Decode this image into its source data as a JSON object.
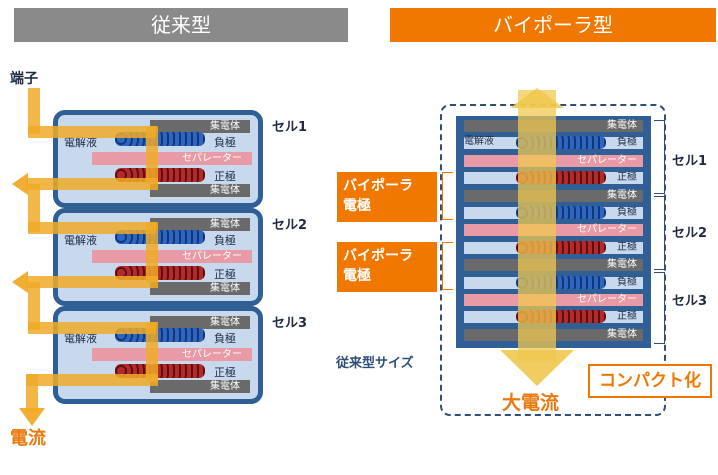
{
  "headers": {
    "conventional": "従来型",
    "bipolar": "バイポーラ型"
  },
  "left": {
    "terminal_label": "端子",
    "current_label": "電流",
    "cells": [
      {
        "name": "セル1",
        "current_collector": "集電体",
        "electrolyte": "電解液",
        "negative": "負極",
        "separator": "セパレーター",
        "positive": "正極",
        "collector_bottom": "集電体"
      },
      {
        "name": "セル2",
        "current_collector": "集電体",
        "electrolyte": "電解液",
        "negative": "負極",
        "separator": "セパレーター",
        "positive": "正極",
        "collector_bottom": "集電体"
      },
      {
        "name": "セル3",
        "current_collector": "集電体",
        "electrolyte": "電解液",
        "negative": "負極",
        "separator": "セパレーター",
        "positive": "正極",
        "collector_bottom": "集電体"
      }
    ]
  },
  "right": {
    "electrolyte": "電解液",
    "layers": [
      {
        "type": "gray",
        "text": "集電体"
      },
      {
        "type": "light",
        "text": "負極"
      },
      {
        "type": "pink",
        "text": "セパレーター"
      },
      {
        "type": "light",
        "text": "正極"
      },
      {
        "type": "gray",
        "text": "集電体"
      },
      {
        "type": "light",
        "text": "負極"
      },
      {
        "type": "pink",
        "text": "セパレーター"
      },
      {
        "type": "light",
        "text": "正極"
      },
      {
        "type": "gray",
        "text": "集電体"
      },
      {
        "type": "light",
        "text": "負極"
      },
      {
        "type": "pink",
        "text": "セパレーター"
      },
      {
        "type": "light",
        "text": "正極"
      },
      {
        "type": "gray",
        "text": "集電体"
      }
    ],
    "cell_labels": [
      "セル1",
      "セル2",
      "セル3"
    ],
    "bipolar_electrode_1": "バイポーラ\n電極",
    "bipolar_electrode_2": "バイポーラ\n電極",
    "conventional_size": "従来型サイズ",
    "large_current": "大電流",
    "compact": "コンパクト化"
  }
}
